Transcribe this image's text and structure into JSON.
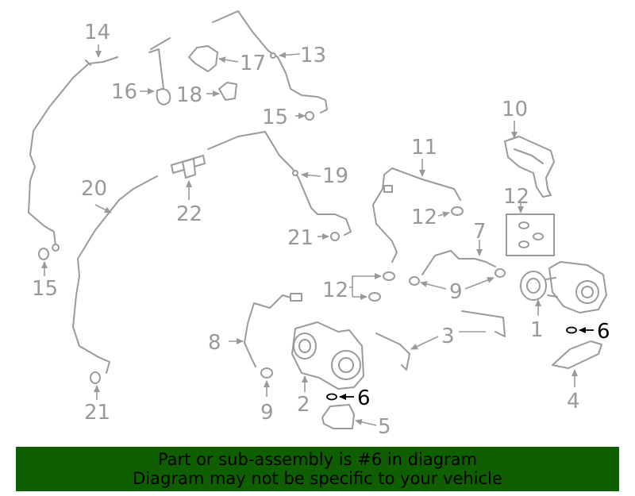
{
  "callouts": {
    "c1": "1",
    "c2": "2",
    "c3": "3",
    "c4": "4",
    "c5": "5",
    "c6a": "6",
    "c6b": "6",
    "c7": "7",
    "c8": "8",
    "c9a": "9",
    "c9b": "9",
    "c10": "10",
    "c11": "11",
    "c12a": "12",
    "c12b": "12",
    "c12c": "12",
    "c13": "13",
    "c14": "14",
    "c15a": "15",
    "c15b": "15",
    "c16": "16",
    "c17": "17",
    "c18": "18",
    "c19": "19",
    "c20": "20",
    "c21a": "21",
    "c21b": "21",
    "c22": "22"
  },
  "highlight_part": "6",
  "colors": {
    "part": "#9a9a9a",
    "highlight": "#000000",
    "banner": "#0f5f00"
  },
  "banner": {
    "line1": "Part or sub-assembly is #6 in diagram",
    "line2": "Diagram may not be specific to your vehicle"
  }
}
